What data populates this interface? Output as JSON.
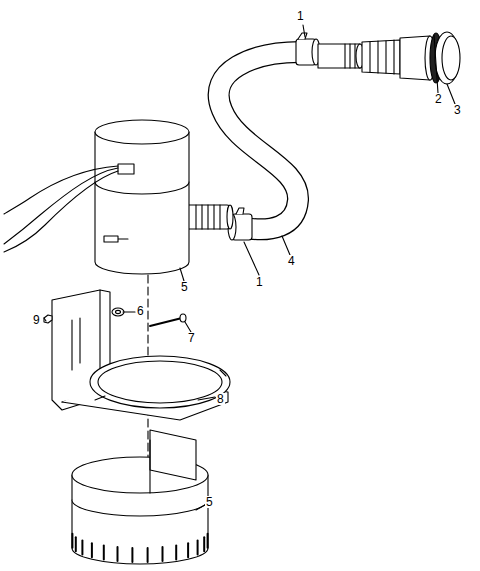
{
  "diagram": {
    "labels": [
      "1",
      "2",
      "3",
      "1",
      "4",
      "5",
      "9",
      "6",
      "7",
      "8",
      "5"
    ]
  }
}
